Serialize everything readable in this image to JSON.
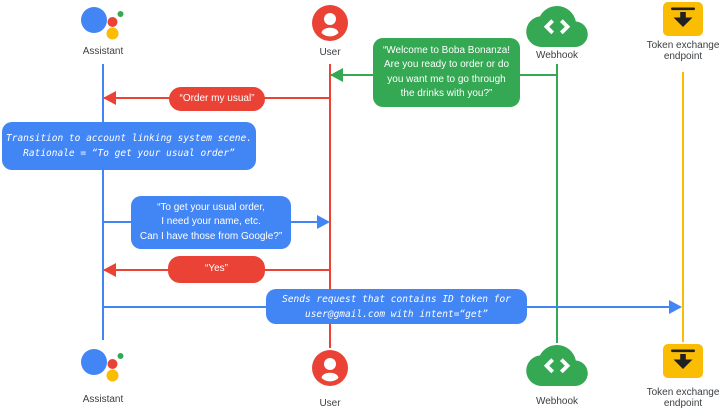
{
  "colors": {
    "blue": "#4285F4",
    "red": "#EA4335",
    "green": "#34A853",
    "yellow": "#FBBC04",
    "label": "#3C4043",
    "dark": "#202124"
  },
  "diagram_type": "sequence-diagram",
  "actors": {
    "assistant": {
      "label": "Assistant",
      "icon": "google-assistant-logo",
      "lifeline_color": "#4285F4"
    },
    "user": {
      "label": "User",
      "icon": "person-circle",
      "lifeline_color": "#EA4335"
    },
    "webhook": {
      "label": "Webhook",
      "icon": "cloud-code",
      "lifeline_color": "#34A853"
    },
    "token": {
      "label": "Token exchange\nendpoint",
      "icon": "download-box",
      "lifeline_color": "#FBBC04"
    }
  },
  "messages": {
    "welcome": {
      "from": "webhook",
      "to": "user",
      "color": "#34A853",
      "text": "“Welcome to Boba Bonanza!\nAre you ready to order or do\nyou want me to go through\nthe drinks with you?”"
    },
    "order_usual": {
      "from": "user",
      "to": "assistant",
      "color": "#EA4335",
      "text": "“Order my usual”"
    },
    "transition": {
      "on": "assistant",
      "color": "#4285F4",
      "text": "Transition to account linking system scene.\nRationale = “To get your usual order”"
    },
    "ask_google": {
      "from": "assistant",
      "to": "user",
      "color": "#4285F4",
      "text": "“To get your usual order,\nI need your name, etc.\nCan I have those from Google?”"
    },
    "yes": {
      "from": "user",
      "to": "assistant",
      "color": "#EA4335",
      "text": "“Yes”"
    },
    "sends_request": {
      "from": "assistant",
      "to": "token",
      "color": "#4285F4",
      "text": "Sends request that contains ID token for\nuser@gmail.com with intent=“get”"
    }
  }
}
